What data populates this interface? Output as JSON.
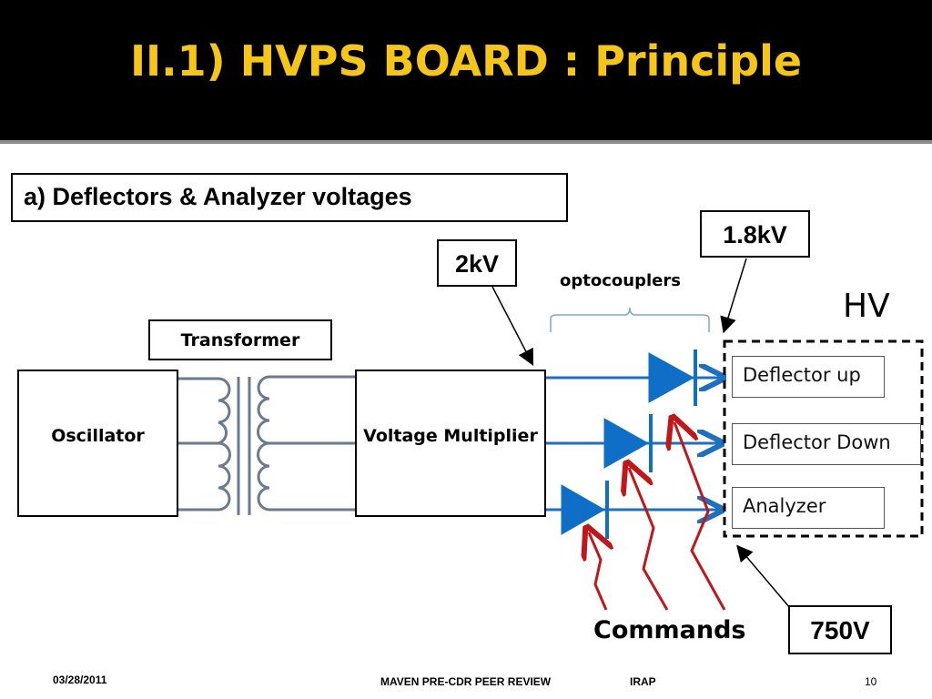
{
  "slide": {
    "title": "II.1) HVPS BOARD : Principle",
    "section_label": "a)  Deflectors & Analyzer voltages"
  },
  "diagram": {
    "oscillator": "Oscillator",
    "transformer": "Transformer",
    "multiplier": "Voltage Multiplier",
    "optocouplers": "optocouplers",
    "hv": "HV",
    "commands": "Commands",
    "voltage_2kv": "2kV",
    "voltage_1_8kv": "1.8kV",
    "voltage_750v": "750V",
    "outputs": [
      "Deflector up",
      "Deflector Down",
      "Analyzer"
    ],
    "colors": {
      "signal": "#1f6fc1",
      "diode": "#0f6fc6",
      "command": "#c0171b",
      "brace": "#7aa7d8"
    }
  },
  "footer": {
    "date": "03/28/2011",
    "review": "MAVEN  PRE-CDR  PEER  REVIEW",
    "org": "IRAP",
    "page": "10"
  }
}
